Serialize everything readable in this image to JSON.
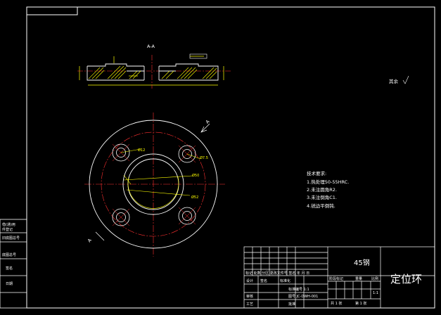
{
  "section_label": "A-A",
  "view_arrow_top": "A",
  "view_arrow_bottom": "A",
  "roughness_note": "其余",
  "technical_requirements": {
    "title": "技术要求:",
    "items": [
      "1.热处理50-55HRC.",
      "2.未注圆角R2.",
      "3.未注倒角C1.",
      "4.锐边平倒钝."
    ]
  },
  "dimension_labels": {
    "hole_top_left": "Ø12",
    "hole_right": "Ø7.5",
    "inner_upper": "Ø50",
    "inner_lower": "Ø52"
  },
  "left_side_labels": [
    "借(通)用",
    "件登记",
    "旧底图总号",
    "底图总号",
    "签名",
    "日期"
  ],
  "title_block": {
    "material": "45钢",
    "part_name": "定位环",
    "header_row": "标记 处数 分区 更改文件号 签名 年 月 日",
    "designer_label": "设计",
    "designer_sig": "签名",
    "standardization_label": "标准化",
    "stage_label": "阶段标记",
    "weight_label": "重量",
    "scale_label": "比例",
    "scale_value": "1:1",
    "review_label": "审核",
    "process_label": "工艺",
    "approve_label": "批准",
    "sheet_total": "共 1 张",
    "sheet_index": "第 1 张",
    "file_info": "标准编号 1:1",
    "drawing_no": "图号 JC-DWH-001"
  }
}
